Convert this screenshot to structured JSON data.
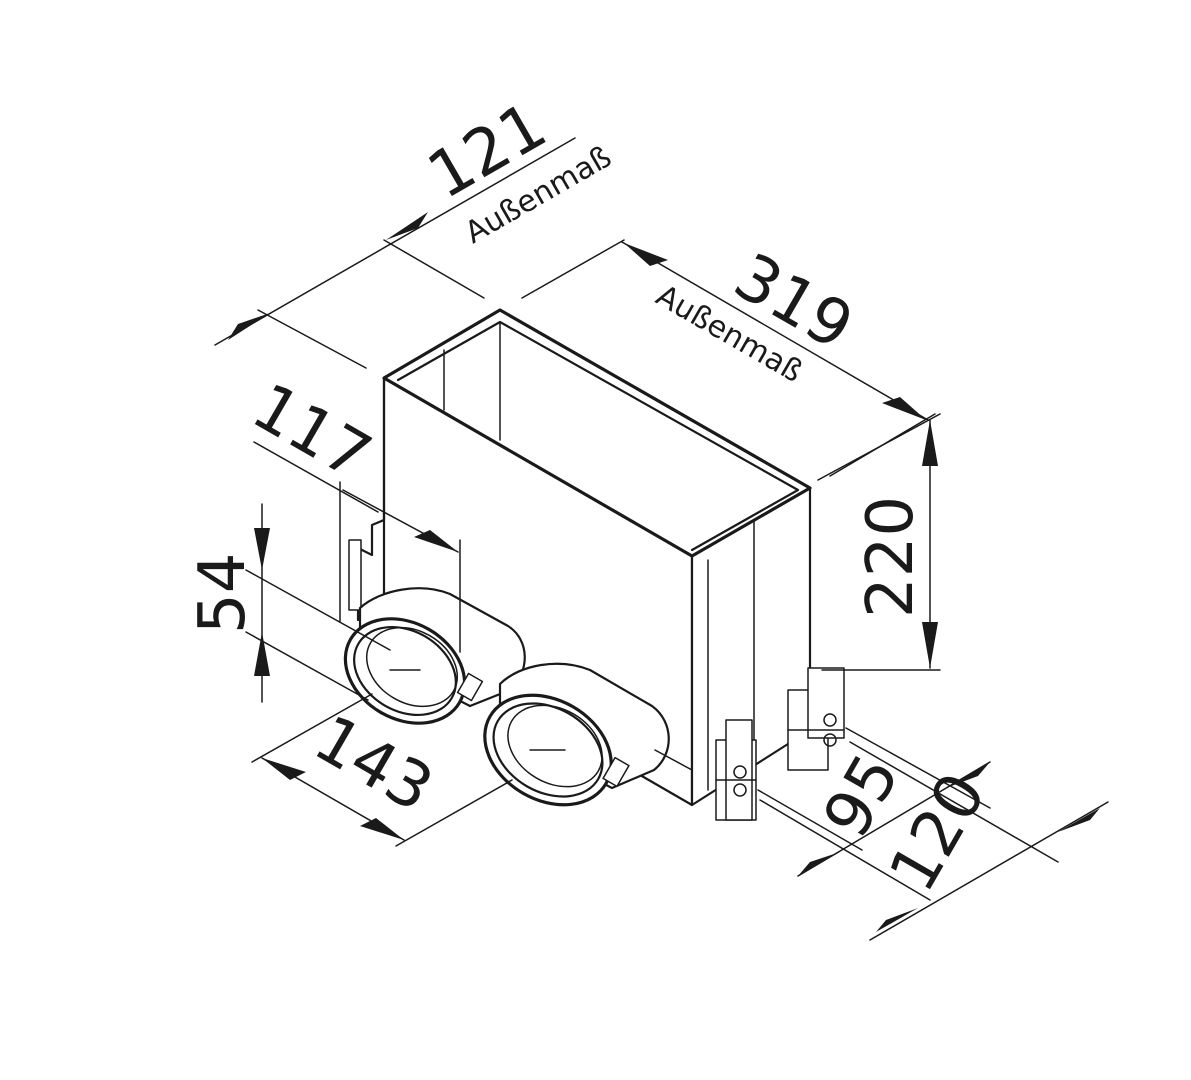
{
  "dimensions": {
    "width_outer": {
      "value": "121",
      "note": "Außenmaß"
    },
    "length_outer": {
      "value": "319",
      "note": "Außenmaß"
    },
    "height": {
      "value": "220"
    },
    "spigot_offset": {
      "value": "117"
    },
    "spigot_height": {
      "value": "54"
    },
    "spigot_width": {
      "value": "143"
    },
    "flange_inner": {
      "value": "95"
    },
    "flange_outer": {
      "value": "120"
    }
  }
}
